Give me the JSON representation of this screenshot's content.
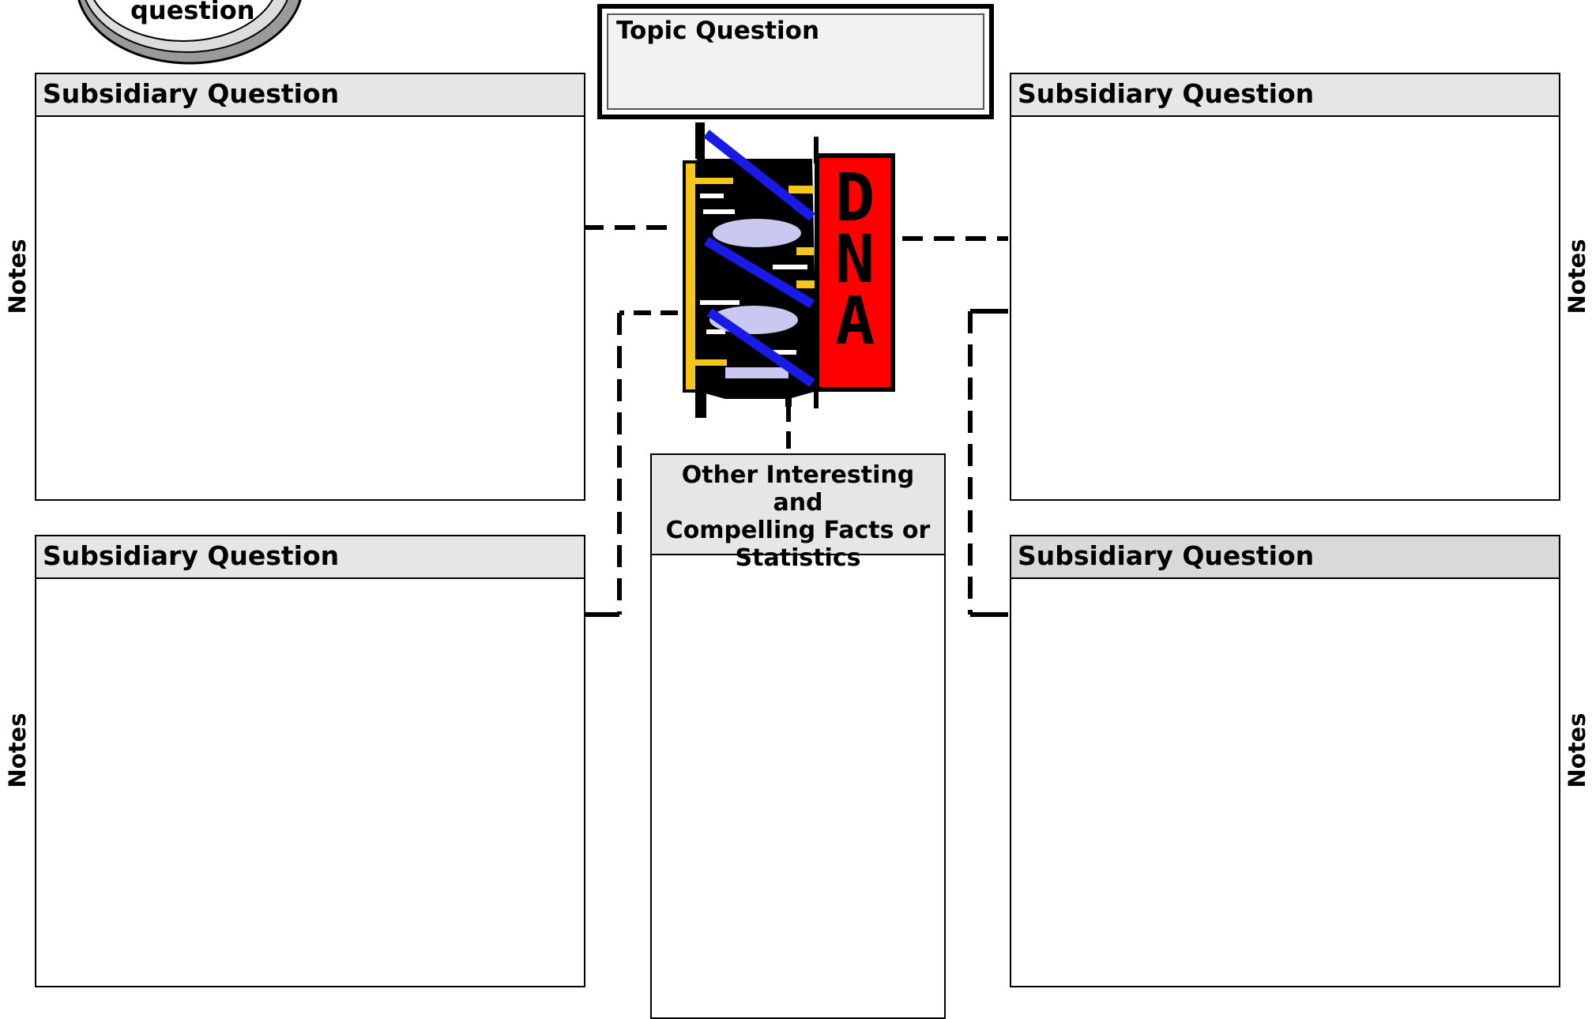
{
  "badge": {
    "label": "question"
  },
  "topic": {
    "label": "Topic Question"
  },
  "subsidiary": {
    "top_left": "Subsidiary Question",
    "bottom_left": "Subsidiary Question",
    "top_right": "Subsidiary Question",
    "bottom_right": "Subsidiary Question"
  },
  "facts": {
    "label": "Other Interesting and\nCompelling Facts or\nStatistics"
  },
  "notes": {
    "left_top": "Notes",
    "left_bottom": "Notes",
    "right_top": "Notes",
    "right_bottom": "Notes"
  },
  "dna_graphic": {
    "letters": [
      "D",
      "N",
      "A"
    ],
    "colors": {
      "panel": "#ff0000",
      "frame": "#f5c518",
      "helix": "#1a1ae6",
      "rungs": "#c8c8f0"
    }
  },
  "colors": {
    "header_fill": "#e6e6e6",
    "topic_fill": "#f2f2f2"
  }
}
